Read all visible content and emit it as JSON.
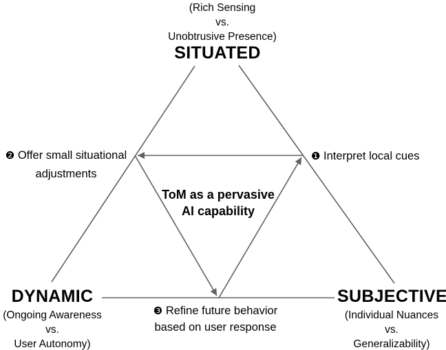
{
  "diagram": {
    "colors": {
      "line": "#606060",
      "text": "#000000",
      "background": "#ffffff"
    },
    "center_label": {
      "line1": "ToM as a pervasive",
      "line2": "AI capability"
    },
    "vertices": {
      "top": {
        "label": "SITUATED",
        "note": [
          "(Rich Sensing",
          "vs.",
          "Unobtrusive Presence)"
        ]
      },
      "bottom_left": {
        "label": "DYNAMIC",
        "note": [
          "(Ongoing Awareness",
          "vs.",
          "User Autonomy)"
        ]
      },
      "bottom_right": {
        "label": "SUBJECTIVE",
        "note": [
          "(Individual Nuances",
          "vs.",
          "Generalizability)"
        ]
      }
    },
    "steps": {
      "one": {
        "badge": "❶",
        "line1": "Interpret local cues"
      },
      "two": {
        "badge": "❷",
        "line1": "Offer small situational",
        "line2": "adjustments"
      },
      "three": {
        "badge": "❸",
        "line1": "Refine future behavior",
        "line2": "based on user response"
      }
    }
  }
}
